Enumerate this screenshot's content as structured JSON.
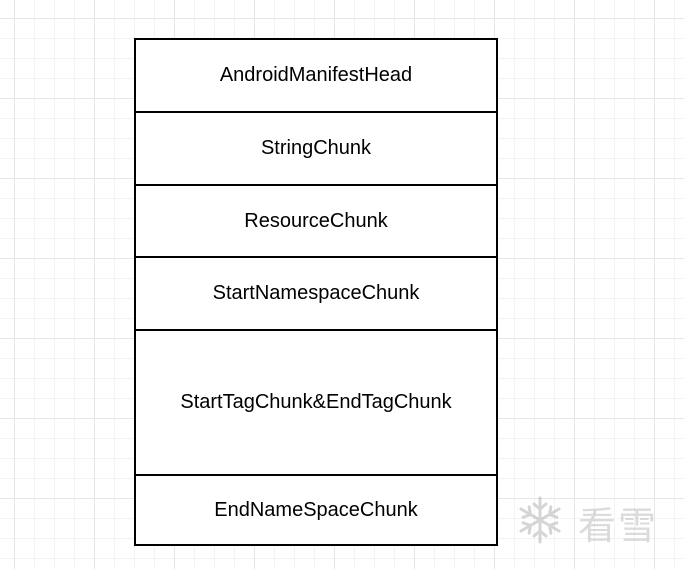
{
  "diagram": {
    "blocks": [
      {
        "label": "AndroidManifestHead"
      },
      {
        "label": "StringChunk"
      },
      {
        "label": "ResourceChunk"
      },
      {
        "label": "StartNamespaceChunk"
      },
      {
        "label": "StartTagChunk&EndTagChunk"
      },
      {
        "label": "EndNameSpaceChunk"
      }
    ]
  },
  "watermark": {
    "icon": "snowflake-icon",
    "text": "看雪"
  }
}
